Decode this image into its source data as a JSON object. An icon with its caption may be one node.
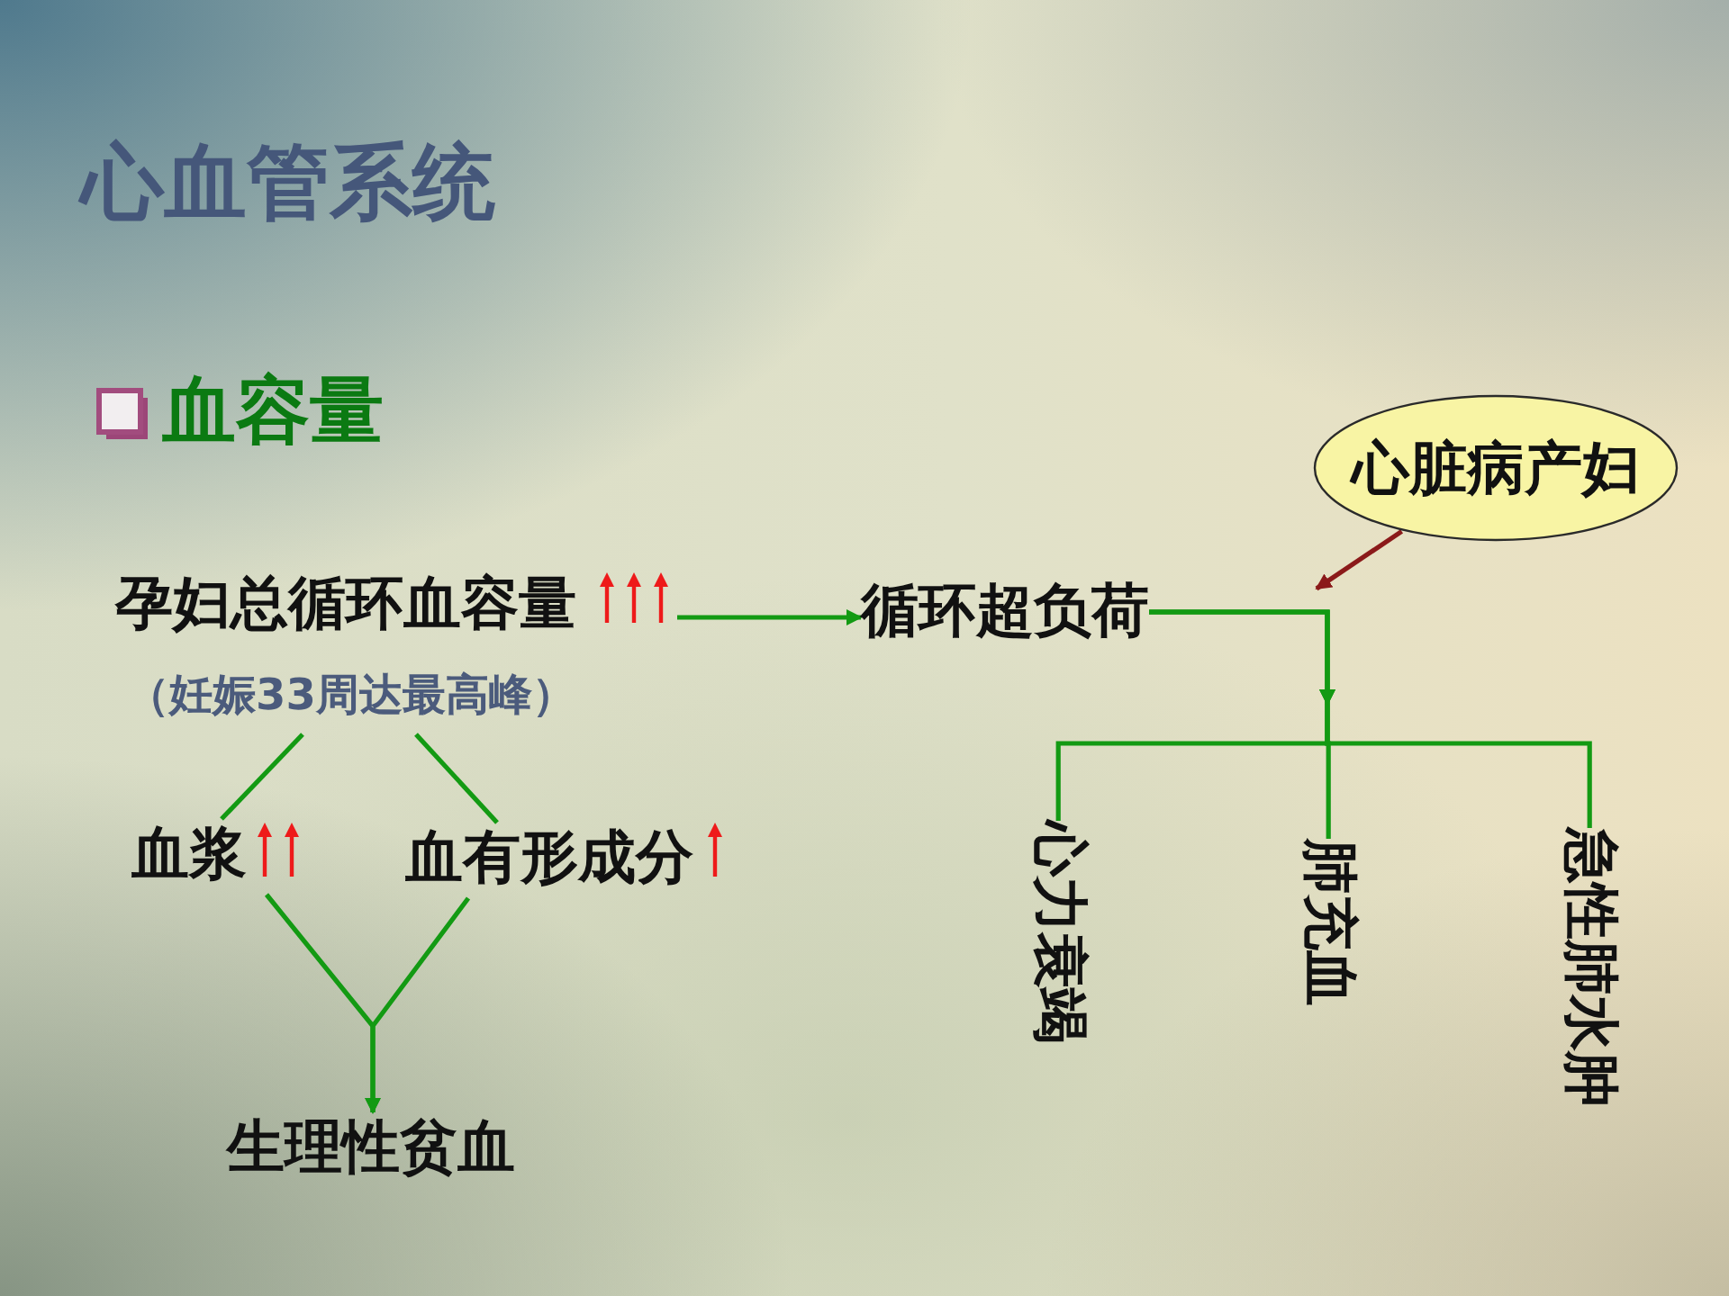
{
  "diagram": {
    "title": "心血管系统",
    "nodes": [
      {
        "text": [
          "孕妇总循环血容量"
        ],
        "beside": [
          "（妊娠33周达最高峰）"
        ]
      },
      {
        "text": [
          "循环超负荷"
        ]
      },
      {
        "text": [
          "心脏病产妇"
        ]
      },
      {
        "text": [
          "血浆"
        ]
      },
      {
        "text": [
          "血有形成分"
        ]
      },
      {
        "text": [
          "生理性贫血"
        ]
      },
      {
        "text": [
          "心力衰竭"
        ]
      },
      {
        "text": [
          "肺充血"
        ]
      },
      {
        "text": [
          "急性肺水肿"
        ]
      }
    ],
    "edges": [
      {
        "from": 0,
        "to": 1,
        "arrow": "to"
      },
      {
        "from": 0,
        "to": 3,
        "arrow": "none"
      },
      {
        "from": 0,
        "to": 4,
        "arrow": "none"
      },
      {
        "from": 3,
        "to": 5,
        "arrow": "to"
      },
      {
        "from": 4,
        "to": 5,
        "arrow": "to"
      },
      {
        "from": 1,
        "to": 6,
        "arrow": "to"
      },
      {
        "from": 1,
        "to": 7,
        "arrow": "to"
      },
      {
        "from": 1,
        "to": 8,
        "arrow": "to"
      },
      {
        "from": 2,
        "to": null,
        "arrow": "to",
        "color": "#8b1a1a"
      }
    ],
    "labels": [
      "血容量"
    ]
  }
}
